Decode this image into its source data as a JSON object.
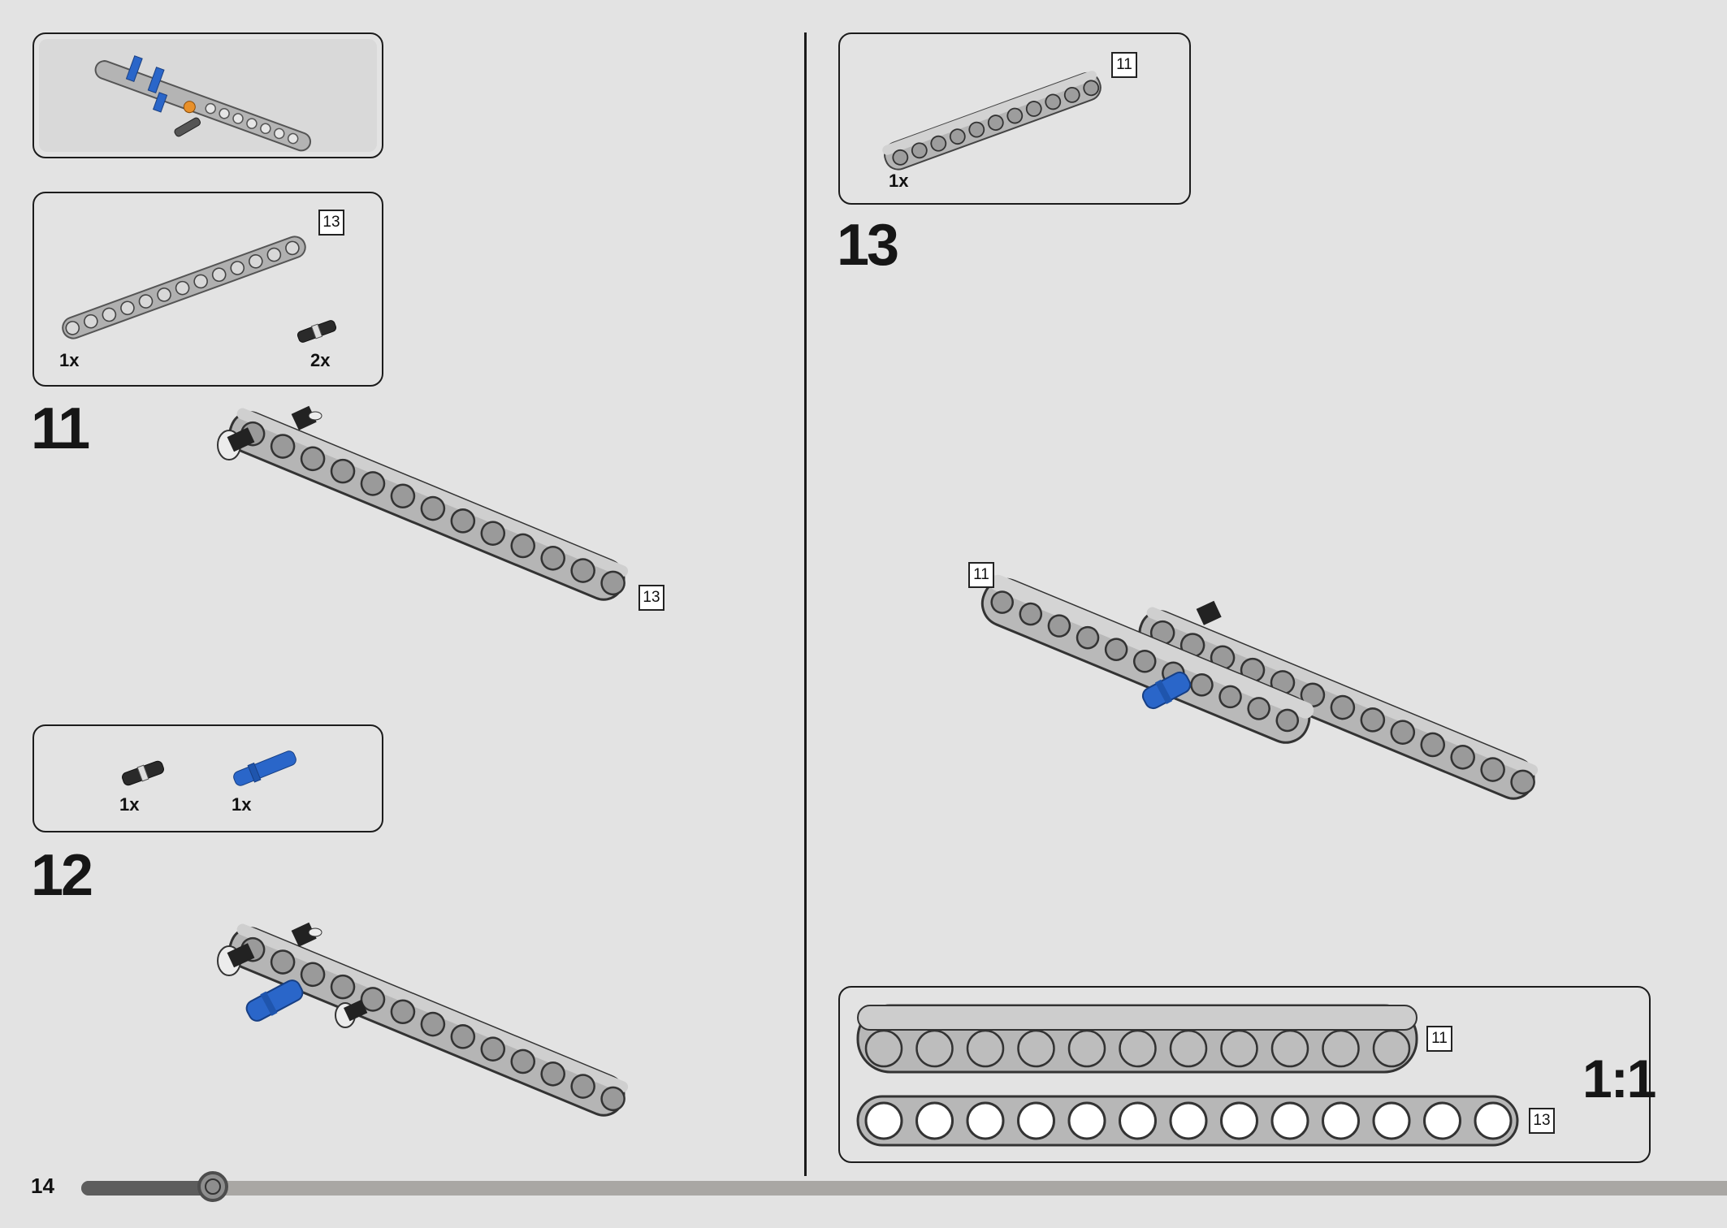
{
  "page": {
    "number": "14",
    "progress": 0.08
  },
  "steps": {
    "s11": {
      "number": "11"
    },
    "s12": {
      "number": "12"
    },
    "s13": {
      "number": "13"
    }
  },
  "parts_panels": {
    "step11": {
      "beam_qty": "1x",
      "beam_length": "13",
      "pin_qty": "2x"
    },
    "step12": {
      "black_pin_qty": "1x",
      "blue_pin_qty": "1x"
    },
    "step13": {
      "beam_qty": "1x",
      "beam_length": "11"
    }
  },
  "callouts": {
    "step11_beam_length": "13",
    "step13_beam_length": "11"
  },
  "scale_panel": {
    "label": "1:1",
    "beam11_length": "11",
    "beam13_length": "13",
    "beam11_holes": 11,
    "beam13_holes": 13
  },
  "colors": {
    "background": "#e3e3e3",
    "beam_gray": "#a9a9a9",
    "pin_black": "#2a2a2a",
    "pin_blue": "#2a66c9",
    "accent_orange": "#e8902a"
  }
}
